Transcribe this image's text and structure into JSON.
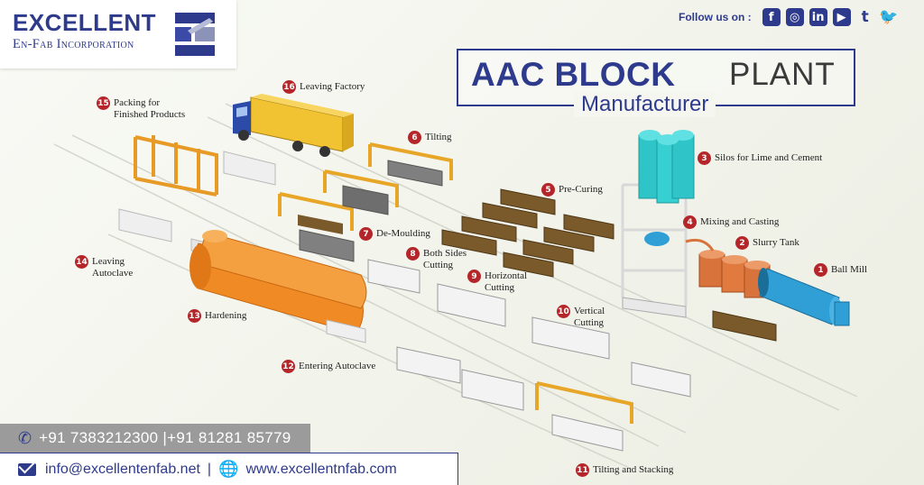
{
  "logo": {
    "name": "EXCELLENT",
    "subtitle": "En-Fab Incorporation"
  },
  "follow": {
    "label": "Follow us on :",
    "icons": [
      "facebook-icon",
      "instagram-icon",
      "linkedin-icon",
      "youtube-icon",
      "tumblr-icon",
      "twitter-icon"
    ]
  },
  "title": {
    "main": "AAC BLOCK",
    "plant": "PLANT",
    "sub": "Manufacturer"
  },
  "steps": [
    {
      "num": "1",
      "label": "Ball Mill"
    },
    {
      "num": "2",
      "label": "Slurry Tank"
    },
    {
      "num": "3",
      "label": "Silos for Lime and Cement"
    },
    {
      "num": "4",
      "label": "Mixing and Casting"
    },
    {
      "num": "5",
      "label": "Pre-Curing"
    },
    {
      "num": "6",
      "label": "Tilting"
    },
    {
      "num": "7",
      "label": "De-Moulding"
    },
    {
      "num": "8",
      "label": "Both Sides\nCutting"
    },
    {
      "num": "9",
      "label": "Horizontal\nCutting"
    },
    {
      "num": "10",
      "label": "Vertical\nCutting"
    },
    {
      "num": "11",
      "label": "Tilting and Stacking"
    },
    {
      "num": "12",
      "label": "Entering Autoclave"
    },
    {
      "num": "13",
      "label": "Hardening"
    },
    {
      "num": "14",
      "label": "Leaving\nAutoclave"
    },
    {
      "num": "15",
      "label": "Packing for\nFinished Products"
    },
    {
      "num": "16",
      "label": "Leaving Factory"
    }
  ],
  "contact": {
    "phone": "+91 7383212300  |+91 81281 85779",
    "email": "info@excellentenfab.net",
    "separator": "|",
    "website": "www.excellentnfab.com"
  },
  "colors": {
    "brand": "#2e3a8c",
    "step_badge": "#b4262a",
    "autoclave": "#f08a24",
    "silo": "#2fc4c8",
    "mill": "#2f9fd6",
    "tank": "#d8733b",
    "block": "#7a5a2a"
  }
}
